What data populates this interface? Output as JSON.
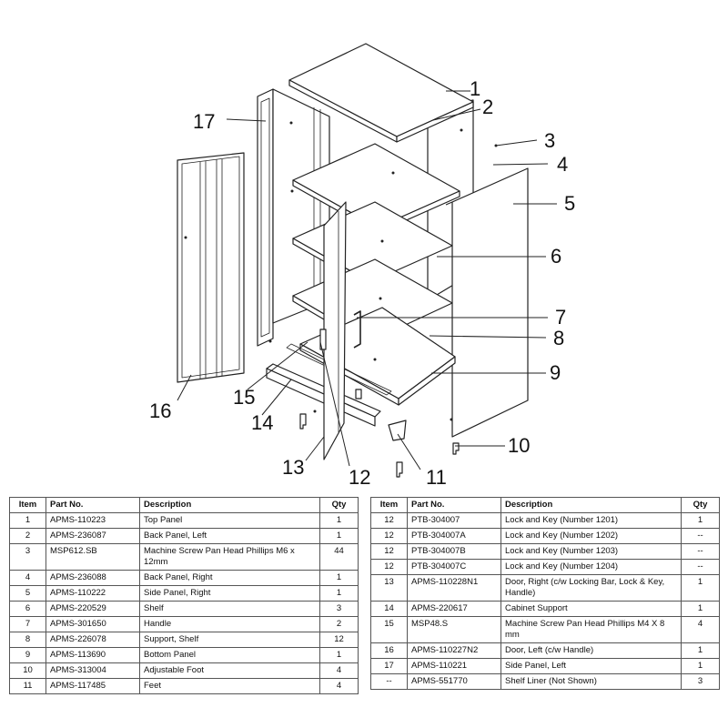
{
  "callouts": [
    "1",
    "2",
    "3",
    "4",
    "5",
    "6",
    "7",
    "8",
    "9",
    "10",
    "11",
    "12",
    "13",
    "14",
    "15",
    "16",
    "17"
  ],
  "table": {
    "headers": {
      "item": "Item",
      "part": "Part No.",
      "desc": "Description",
      "qty": "Qty"
    },
    "left_rows": [
      {
        "item": "1",
        "part": "APMS-110223",
        "desc": "Top Panel",
        "qty": "1"
      },
      {
        "item": "2",
        "part": "APMS-236087",
        "desc": "Back Panel, Left",
        "qty": "1"
      },
      {
        "item": "3",
        "part": "MSP612.SB",
        "desc": "Machine Screw Pan Head Phillips M6 x 12mm",
        "qty": "44"
      },
      {
        "item": "4",
        "part": "APMS-236088",
        "desc": "Back Panel, Right",
        "qty": "1"
      },
      {
        "item": "5",
        "part": "APMS-110222",
        "desc": "Side Panel, Right",
        "qty": "1"
      },
      {
        "item": "6",
        "part": "APMS-220529",
        "desc": "Shelf",
        "qty": "3"
      },
      {
        "item": "7",
        "part": "APMS-301650",
        "desc": "Handle",
        "qty": "2"
      },
      {
        "item": "8",
        "part": "APMS-226078",
        "desc": "Support, Shelf",
        "qty": "12"
      },
      {
        "item": "9",
        "part": "APMS-113690",
        "desc": "Bottom Panel",
        "qty": "1"
      },
      {
        "item": "10",
        "part": "APMS-313004",
        "desc": "Adjustable Foot",
        "qty": "4"
      },
      {
        "item": "11",
        "part": "APMS-117485",
        "desc": "Feet",
        "qty": "4"
      }
    ],
    "right_rows": [
      {
        "item": "12",
        "part": "PTB-304007",
        "desc": "Lock and Key (Number 1201)",
        "qty": "1"
      },
      {
        "item": "12",
        "part": "PTB-304007A",
        "desc": "Lock and Key (Number 1202)",
        "qty": "--"
      },
      {
        "item": "12",
        "part": "PTB-304007B",
        "desc": "Lock and Key (Number 1203)",
        "qty": "--"
      },
      {
        "item": "12",
        "part": "PTB-304007C",
        "desc": "Lock and Key (Number 1204)",
        "qty": "--"
      },
      {
        "item": "13",
        "part": "APMS-110228N1",
        "desc": "Door, Right (c/w Locking Bar, Lock & Key, Handle)",
        "qty": "1"
      },
      {
        "item": "14",
        "part": "APMS-220617",
        "desc": "Cabinet Support",
        "qty": "1"
      },
      {
        "item": "15",
        "part": "MSP48.S",
        "desc": "Machine Screw Pan Head Phillips M4 X 8 mm",
        "qty": "4"
      },
      {
        "item": "16",
        "part": "APMS-110227N2",
        "desc": "Door, Left (c/w Handle)",
        "qty": "1"
      },
      {
        "item": "17",
        "part": "APMS-110221",
        "desc": "Side Panel, Left",
        "qty": "1"
      },
      {
        "item": "--",
        "part": "APMS-551770",
        "desc": "Shelf Liner (Not Shown)",
        "qty": "3"
      }
    ]
  }
}
